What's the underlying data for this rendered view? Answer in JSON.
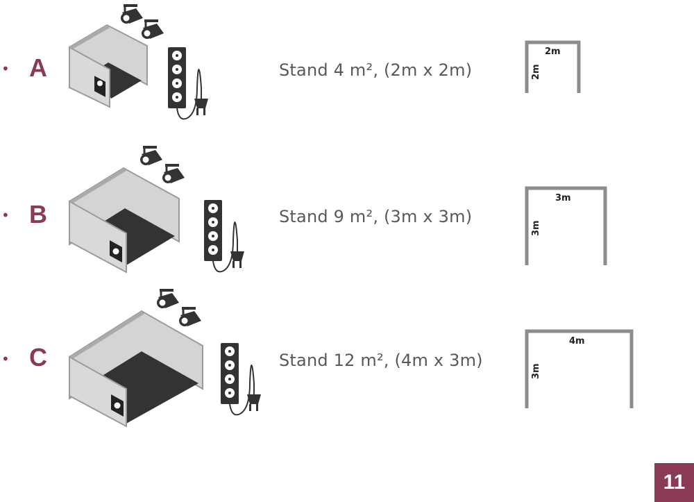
{
  "stands": [
    {
      "letter": "A",
      "description": "Stand 4 m², (2m x 2m)",
      "width_label": "2m",
      "depth_label": "2m"
    },
    {
      "letter": "B",
      "description": "Stand 9 m², (3m x 3m)",
      "width_label": "3m",
      "depth_label": "3m"
    },
    {
      "letter": "C",
      "description": "Stand 12 m², (4m x 3m)",
      "width_label": "4m",
      "depth_label": "3m"
    }
  ],
  "bullet_symbol": "•",
  "page_number": "11",
  "colors": {
    "accent": "#8a3a52",
    "text": "#595959",
    "wall_light": "#d4d4d4",
    "wall_edge": "#9b9b9b",
    "floor": "#333333",
    "plan_line": "#8c8c8c"
  },
  "icons": [
    "spotlight-icon",
    "power-strip-icon",
    "logo-sign-icon"
  ]
}
